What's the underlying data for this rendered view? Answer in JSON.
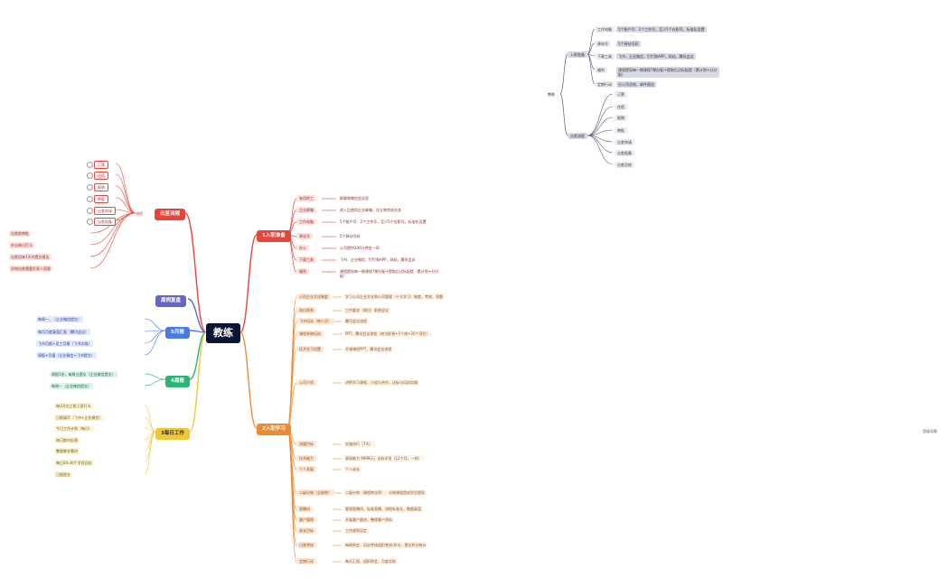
{
  "root": "教练",
  "right_branches": {
    "b1": {
      "label": "1入职准备",
      "items": [
        {
          "k": "有用的工",
          "v": "群聊和微信会议室"
        },
        {
          "k": "企业邮箱",
          "v": "进入后使用企业邮箱，设立和完成业务"
        },
        {
          "k": "工作电脑",
          "v": "5个账户号：2个工作号，至少5个在职号，标准化设置"
        },
        {
          "k": "驿站号",
          "v": "5个驿站号码"
        },
        {
          "k": "办公",
          "v": "公司提供200元押金一间"
        },
        {
          "k": "下载工具",
          "v": "飞书、企业微信、钉钉和APP，网站，腾讯会议"
        },
        {
          "k": "福利",
          "v": "课程提现每一期课程7期分配+提取后达标起提（累计到+分分配）"
        }
      ]
    },
    "b2": {
      "label": "2入职学习",
      "items": [
        {
          "k": "公司企业文化制度",
          "v": "学习公司企业文化和公司管理（十大学习）制度，考核，答题"
        },
        {
          "k": "岗位职责",
          "v": "工作要求（岗位）职责会议"
        },
        {
          "k": "飞书培训（带人员）",
          "v": "腾讯会议流程"
        },
        {
          "k": "课程系统培训",
          "v": "PPT，腾讯会议流程（岗位职责+5个岗+20个项目）"
        },
        {
          "k": "话术学习设置",
          "v": "开课课程PPT，腾讯会议流程"
        },
        {
          "k": "公司介绍",
          "v": "讲师学习课程，小组与合作，达标与培训实操"
        },
        {
          "k": "流量目标",
          "v": "实施执行（7天）"
        },
        {
          "k": "技术能力",
          "v": "表现能力 9999元，达标学员（12个月，一线）"
        },
        {
          "k": "个人发展",
          "v": "个人成长"
        },
        {
          "k": "二级分销（全部转）",
          "v": "二级分销（课程转化率）：分销课程提成学员提现"
        },
        {
          "k": "直播间",
          "v": "管理直播间，标准直播，流程标准化，数据复盘"
        },
        {
          "k": "客户管理",
          "v": "开展客户跟进，整理客户资料"
        },
        {
          "k": "成长目标",
          "v": "工作规划设定"
        },
        {
          "k": "日常考核",
          "v": "每周例会，培训考核组织考核/评分，提交积分统计"
        },
        {
          "k": "定期行动",
          "v": "每天汇报，组织例会，月度总结"
        }
      ]
    }
  },
  "left_branches": [
    {
      "label": "出差流程",
      "sub": "流程",
      "items": [
        "订票",
        "住宿",
        "报销",
        "审批",
        "出差申请",
        "出差报备",
        "出差总结"
      ],
      "extras": [
        "出差前审批",
        "外出每日打卡",
        "出差回来1天内提交报告",
        "异地出差需要负责人同意"
      ]
    },
    {
      "label": "周例复盘",
      "items": []
    },
    {
      "label": "5月报",
      "items": [
        "每周一，（企业微信提交）",
        "每月月度复盘汇报（腾讯会议）",
        "飞书月报+员工月报（飞书文档）",
        "周报+月报（企业微信+飞书提交）"
      ]
    },
    {
      "label": "4周报",
      "items": [
        "周报1份，每周五提交（企业微信提交）",
        "每周一（企业微信提交）"
      ]
    },
    {
      "label": "3每日工作",
      "items": [
        "每天9点之前上班打卡",
        "日报填写（飞书+企业微信）",
        "今日工作计划（每日）",
        "每日群内反馈",
        "整理教学素材",
        "每日20-30个学员回访",
        "日报提交"
      ]
    }
  ],
  "overview": {
    "root": "教练",
    "groups": [
      {
        "label": "入职准备",
        "items": [
          "工作电脑",
          "驿站号",
          "下载工具",
          "福利",
          "定期行动"
        ]
      },
      {
        "label": "出差流程",
        "items": [
          "订票",
          "住宿",
          "报销",
          "审批",
          "出差申请",
          "出差报备",
          "出差总结"
        ]
      }
    ],
    "values": [
      "5个账户号：2个工作号，至少5个在职号，标准化设置",
      "5个驿站号码",
      "飞书，企业微信，钉钉和APP，网站，腾讯会议",
      "课程提现每一期课程7期分配+提取后达标起提（累计到+分分配）",
      "分公司总结，邮件报告"
    ]
  },
  "corner_label": "思维导图",
  "colors": {
    "red": "#e8443a",
    "orange": "#ef8a34",
    "navy": "#0b1433",
    "purple": "#6466c8",
    "blue": "#4a7ae6",
    "green": "#2db376",
    "yellow": "#f0c63a",
    "gray": "#5b5f7a"
  }
}
